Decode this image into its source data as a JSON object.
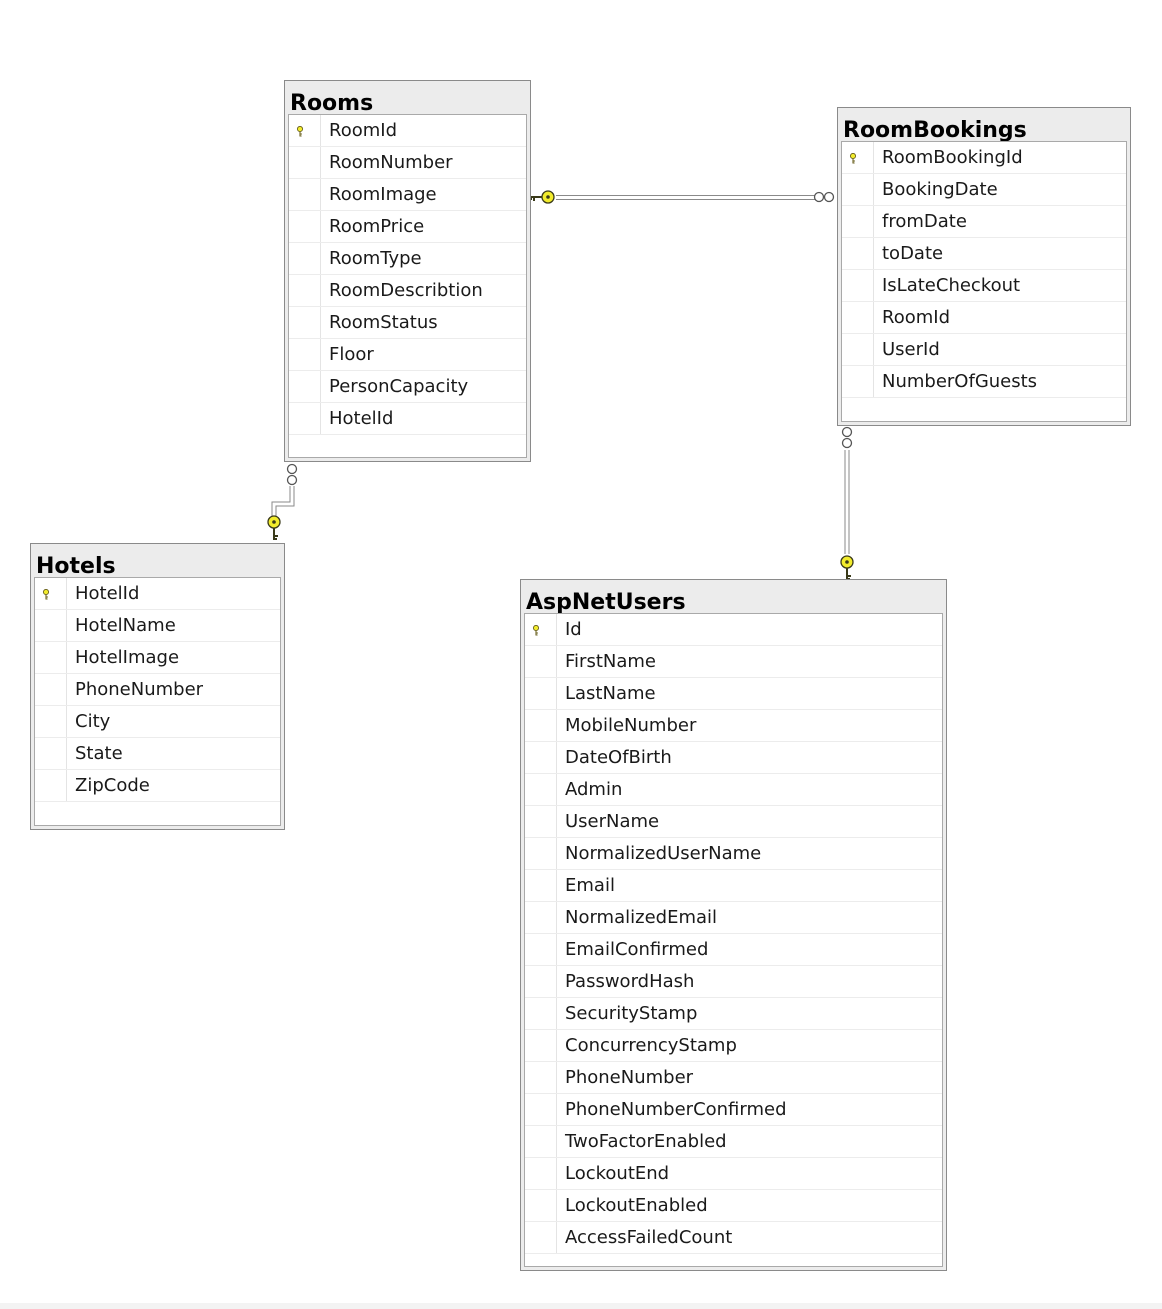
{
  "tables": {
    "rooms": {
      "title": "Rooms",
      "primary_key": "RoomId",
      "columns": [
        "RoomId",
        "RoomNumber",
        "RoomImage",
        "RoomPrice",
        "RoomType",
        "RoomDescribtion",
        "RoomStatus",
        "Floor",
        "PersonCapacity",
        "HotelId"
      ]
    },
    "roombookings": {
      "title": "RoomBookings",
      "primary_key": "RoomBookingId",
      "columns": [
        "RoomBookingId",
        "BookingDate",
        "fromDate",
        "toDate",
        "IsLateCheckout",
        "RoomId",
        "UserId",
        "NumberOfGuests"
      ]
    },
    "hotels": {
      "title": "Hotels",
      "primary_key": "HotelId",
      "columns": [
        "HotelId",
        "HotelName",
        "HotelImage",
        "PhoneNumber",
        "City",
        "State",
        "ZipCode"
      ]
    },
    "aspnetusers": {
      "title": "AspNetUsers",
      "primary_key": "Id",
      "columns": [
        "Id",
        "FirstName",
        "LastName",
        "MobileNumber",
        "DateOfBirth",
        "Admin",
        "UserName",
        "NormalizedUserName",
        "Email",
        "NormalizedEmail",
        "EmailConfirmed",
        "PasswordHash",
        "SecurityStamp",
        "ConcurrencyStamp",
        "PhoneNumber",
        "PhoneNumberConfirmed",
        "TwoFactorEnabled",
        "LockoutEnd",
        "LockoutEnabled",
        "AccessFailedCount"
      ]
    }
  },
  "relationships": [
    {
      "from": "rooms",
      "to": "roombookings",
      "one_end": "rooms",
      "many_end": "roombookings"
    },
    {
      "from": "hotels",
      "to": "rooms",
      "one_end": "hotels",
      "many_end": "rooms"
    },
    {
      "from": "aspnetusers",
      "to": "roombookings",
      "one_end": "aspnetusers",
      "many_end": "roombookings"
    }
  ],
  "colors": {
    "key_yellow": "#f2ec2c",
    "key_outline": "#3a3a1a",
    "line": "#7c7c7c",
    "table_frame": "#ececec"
  }
}
